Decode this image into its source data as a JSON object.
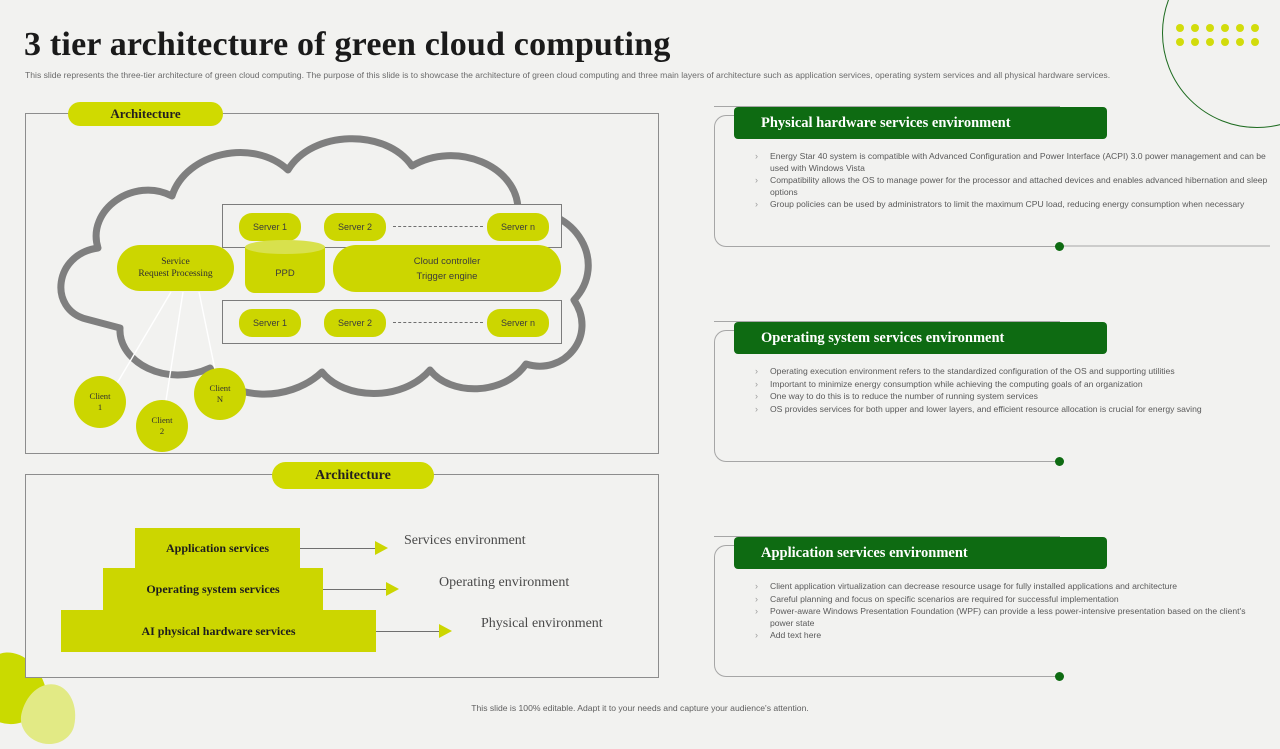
{
  "header": {
    "title": "3 tier architecture of green cloud computing",
    "subtitle": "This slide represents the three-tier architecture of green cloud computing. The  purpose of this slide is to showcase the architecture of green cloud computing and three main  layers of architecture such as application services, operating system services and all physical hardware services."
  },
  "colors": {
    "accent_yellow": "#ccd600",
    "accent_yellow_light": "#e2ea85",
    "dark_green": "#0e6b12",
    "background": "#f2f2f0",
    "cloud_outline": "#7f7f7f"
  },
  "panel_top": {
    "badge": "Architecture",
    "server_row_1": [
      "Server 1",
      "Server 2",
      "Server n"
    ],
    "server_row_2": [
      "Server 1",
      "Server 2",
      "Server n"
    ],
    "service_request": "Service\nRequest Processing",
    "service_request_line1": "Service",
    "service_request_line2": "Request Processing",
    "ppd": "PPD",
    "cloud_controller_line1": "Cloud controller",
    "cloud_controller_line2": "Trigger engine",
    "clients": [
      {
        "line1": "Client",
        "line2": "1"
      },
      {
        "line1": "Client",
        "line2": "2"
      },
      {
        "line1": "Client",
        "line2": "N"
      }
    ]
  },
  "panel_bottom": {
    "badge": "Architecture",
    "tiers": [
      {
        "label": "Application services",
        "environment": "Services environment"
      },
      {
        "label": "Operating system services",
        "environment": "Operating environment"
      },
      {
        "label": "AI physical hardware services",
        "environment": "Physical environment"
      }
    ]
  },
  "right_blocks": [
    {
      "title": "Physical hardware services environment",
      "bullets": [
        "Energy Star 40 system is compatible  with Advanced Configuration and Power Interface (ACPI) 3.0 power management and can be used with Windows Vista",
        "Compatibility  allows the OS to manage  power for the processor and attached devices and enables advanced hibernation and sleep options",
        "Group policies can be used by administrators to limit the maximum  CPU  load, reducing energy consumption when necessary"
      ]
    },
    {
      "title": "Operating system services environment",
      "bullets": [
        "Operating execution environment refers to the standardized configuration of the OS  and supporting utilities",
        "Important to minimize  energy consumption while achieving the computing goals of an organization",
        "One way to do this is to reduce the number  of running system services",
        "OS provides services for both upper and lower layers, and efficient resource allocation is crucial for energy saving"
      ]
    },
    {
      "title": "Application services environment",
      "bullets": [
        "Client application  virtualization can decrease resource usage for fully installed applications and architecture",
        "Careful planning  and focus on specific scenarios are required for successful implementation",
        "Power-aware Windows Presentation Foundation (WPF)  can provide a less power-intensive presentation based on the client's power state",
        "Add text here"
      ]
    }
  ],
  "footer": {
    "note": "This slide is 100% editable.  Adapt it to your needs and capture your audience's attention."
  },
  "icons": {
    "bullet_chevron": "›"
  }
}
